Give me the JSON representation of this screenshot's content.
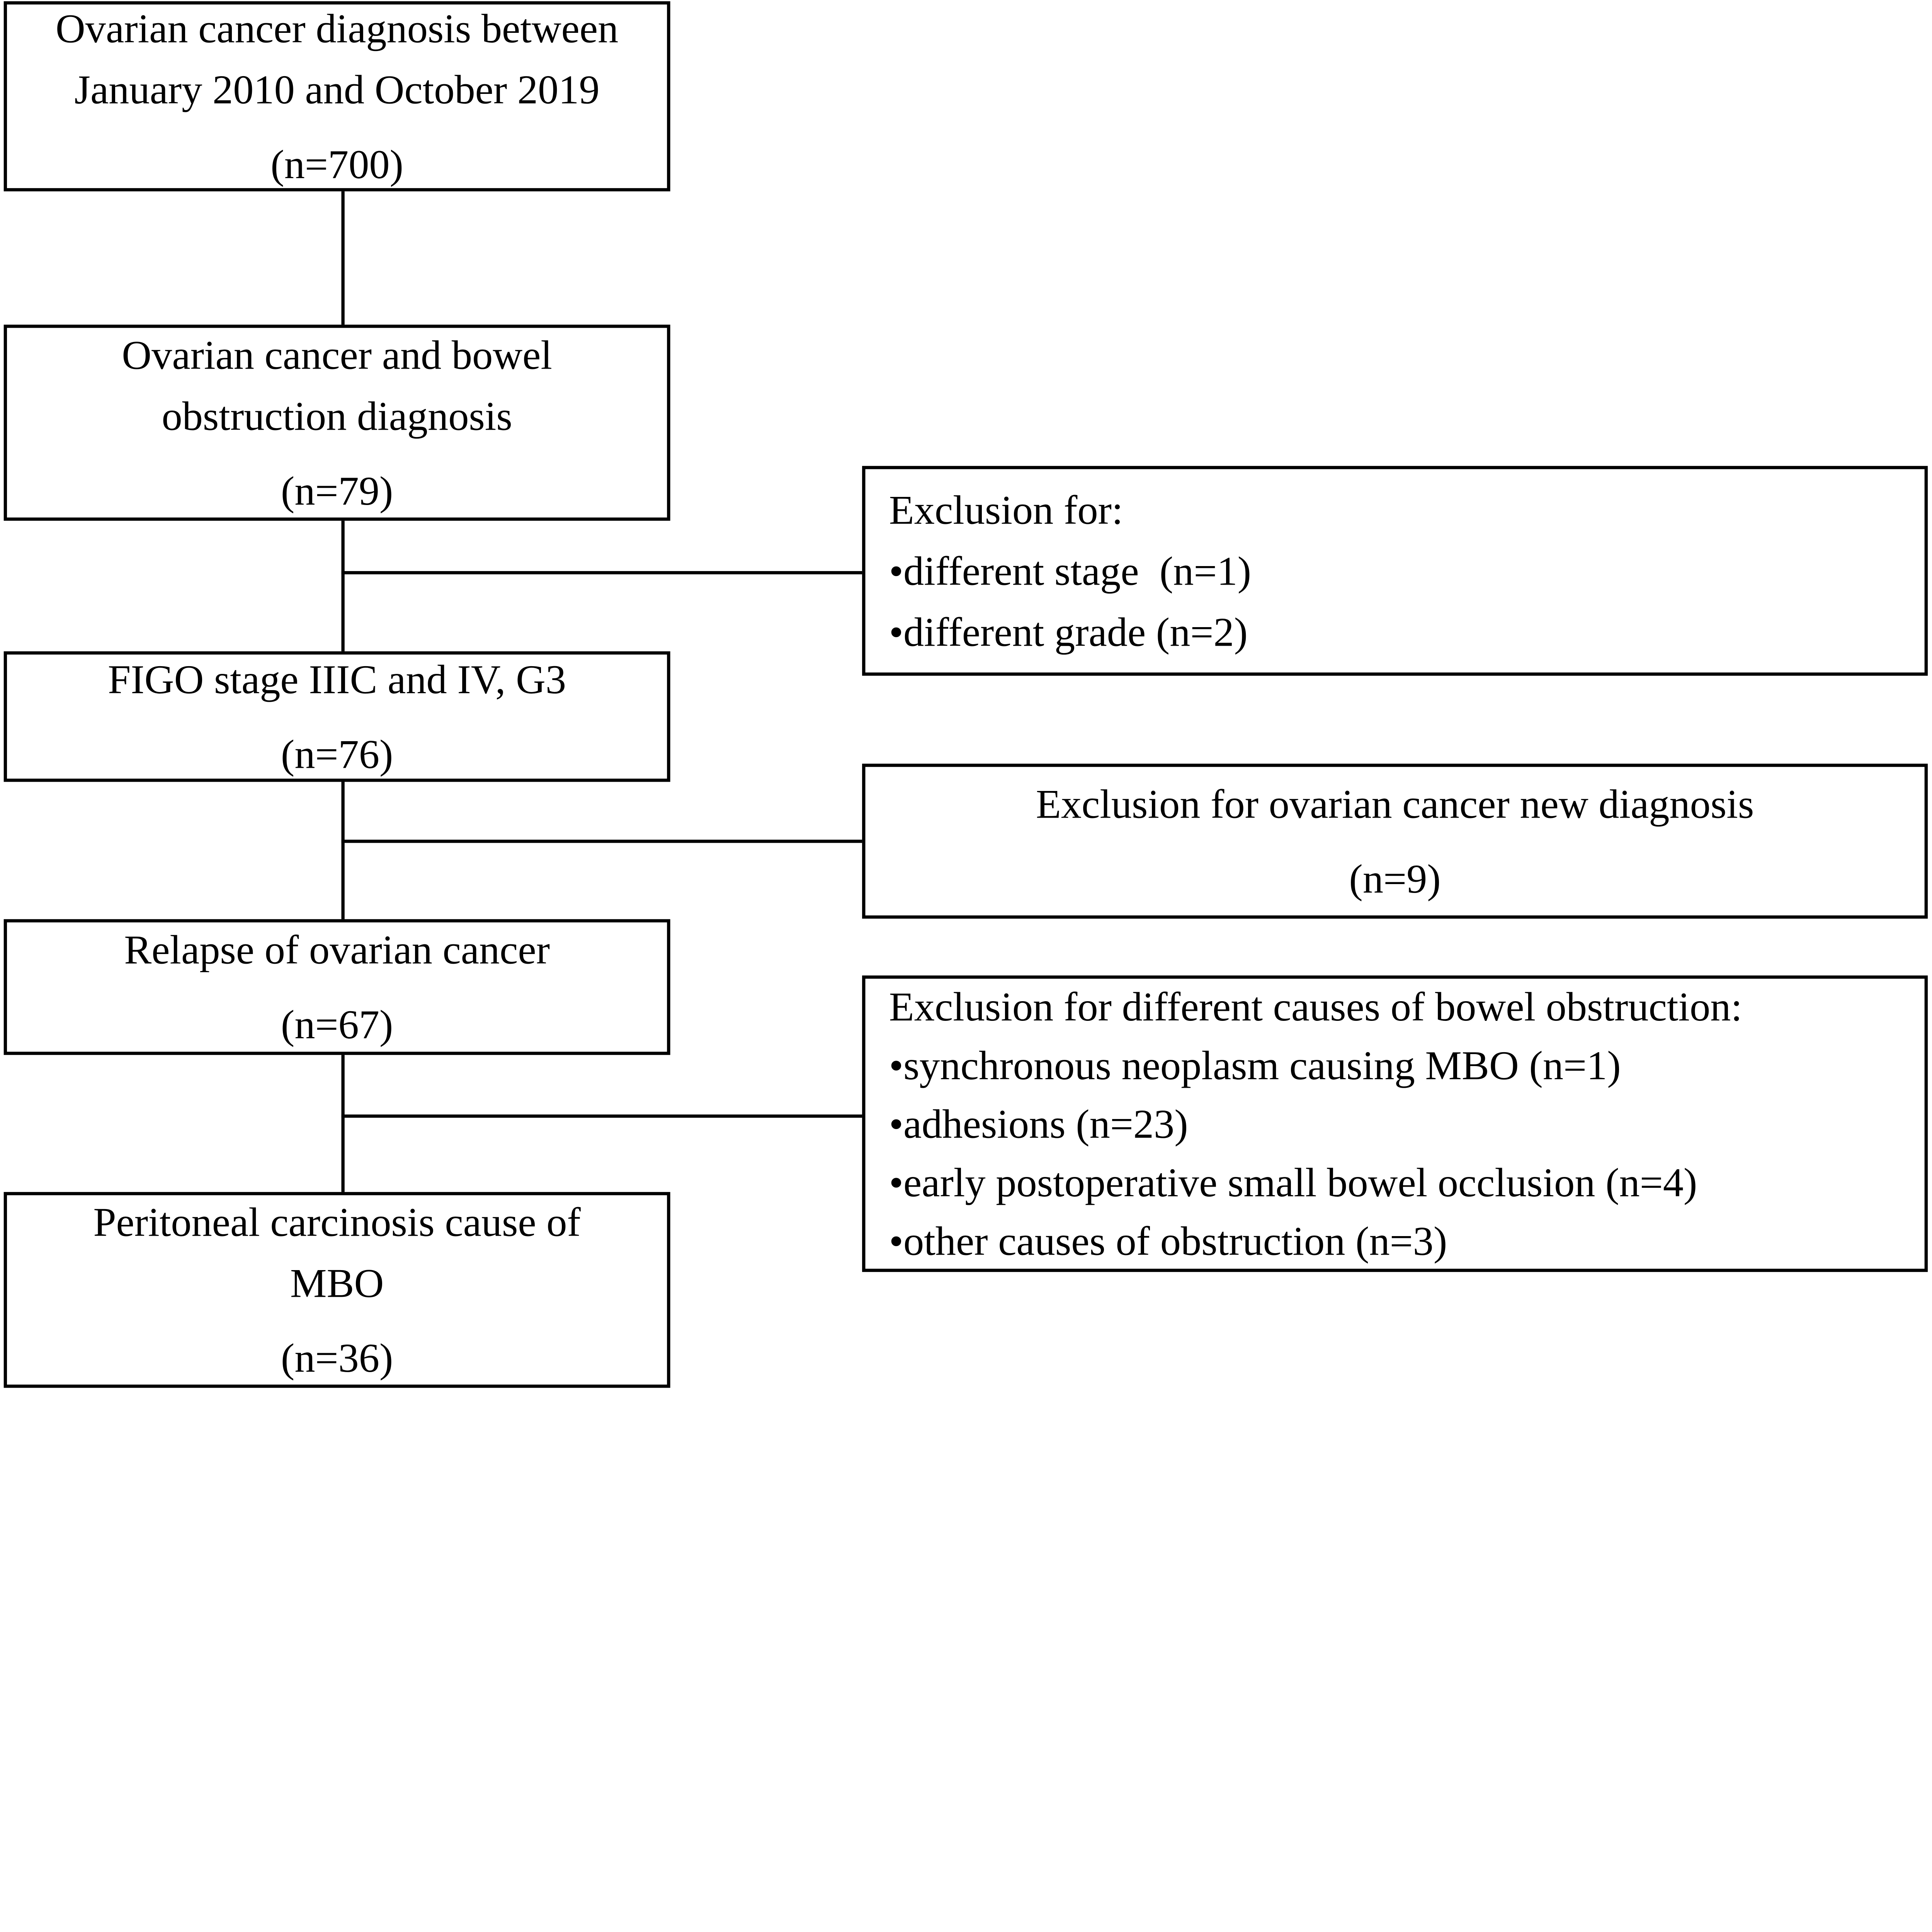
{
  "diagram": {
    "type": "patient-selection-flowchart",
    "colors": {
      "border": "#000000",
      "background": "#ffffff",
      "text": "#000000"
    },
    "main_boxes": [
      {
        "lines": [
          "Ovarian cancer diagnosis between",
          "January 2010 and October 2019"
        ],
        "n": "(n=700)"
      },
      {
        "lines": [
          "Ovarian cancer and bowel",
          "obstruction diagnosis"
        ],
        "n": "(n=79)"
      },
      {
        "lines": [
          "FIGO stage IIIC and IV, G3"
        ],
        "n": "(n=76)"
      },
      {
        "lines": [
          "Relapse of ovarian cancer"
        ],
        "n": "(n=67)"
      },
      {
        "lines": [
          "Peritoneal carcinosis cause of",
          "MBO"
        ],
        "n": "(n=36)"
      }
    ],
    "exclusion_boxes": [
      {
        "lines": [
          "Exclusion for:",
          "•different stage  (n=1)",
          "•different grade (n=2)"
        ]
      },
      {
        "lines": [
          "Exclusion for ovarian cancer new diagnosis"
        ],
        "n": "(n=9)"
      },
      {
        "lines": [
          "Exclusion for different causes of bowel obstruction:",
          "•synchronous neoplasm causing MBO (n=1)",
          "•adhesions (n=23)",
          "•early postoperative small bowel occlusion (n=4)",
          "•other causes of obstruction (n=3)"
        ]
      }
    ]
  }
}
